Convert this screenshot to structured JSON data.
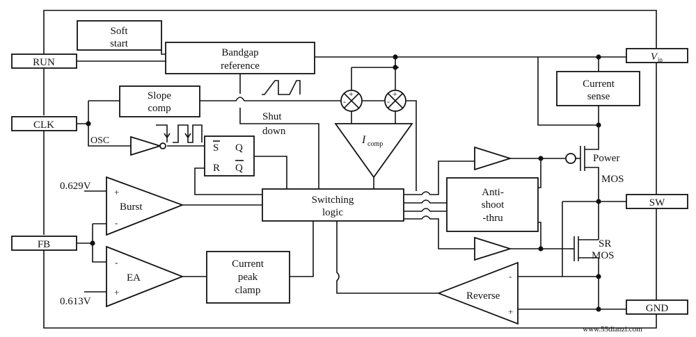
{
  "pins": {
    "run": "RUN",
    "clk": "CLK",
    "fb": "FB",
    "vin": "V",
    "vin_sub": "in",
    "sw": "SW",
    "gnd": "GND"
  },
  "blocks": {
    "soft_start_1": "Soft",
    "soft_start_2": "start",
    "bandgap_1": "Bandgap",
    "bandgap_2": "reference",
    "slope_1": "Slope",
    "slope_2": "comp",
    "shut_1": "Shut",
    "shut_2": "down",
    "osc": "OSC",
    "sr_s": "S",
    "sr_q": "Q",
    "sr_r": "R",
    "sr_qbar": "Q",
    "icomp": "I",
    "icomp_sub": "comp",
    "current_sense_1": "Current",
    "current_sense_2": "sense",
    "power_mos_1": "Power",
    "power_mos_2": "MOS",
    "sr_mos_1": "SR",
    "sr_mos_2": "MOS",
    "anti_1": "Anti-",
    "anti_2": "shoot",
    "anti_3": "-thru",
    "switching_1": "Switching",
    "switching_2": "logic",
    "burst": "Burst",
    "ea": "EA",
    "peak_1": "Current",
    "peak_2": "peak",
    "peak_3": "clamp",
    "reverse": "Reverse",
    "ref_burst": "0.629V",
    "ref_ea": "0.613V",
    "plus": "+",
    "minus": "-"
  },
  "watermark": "www.55dianzi.com"
}
